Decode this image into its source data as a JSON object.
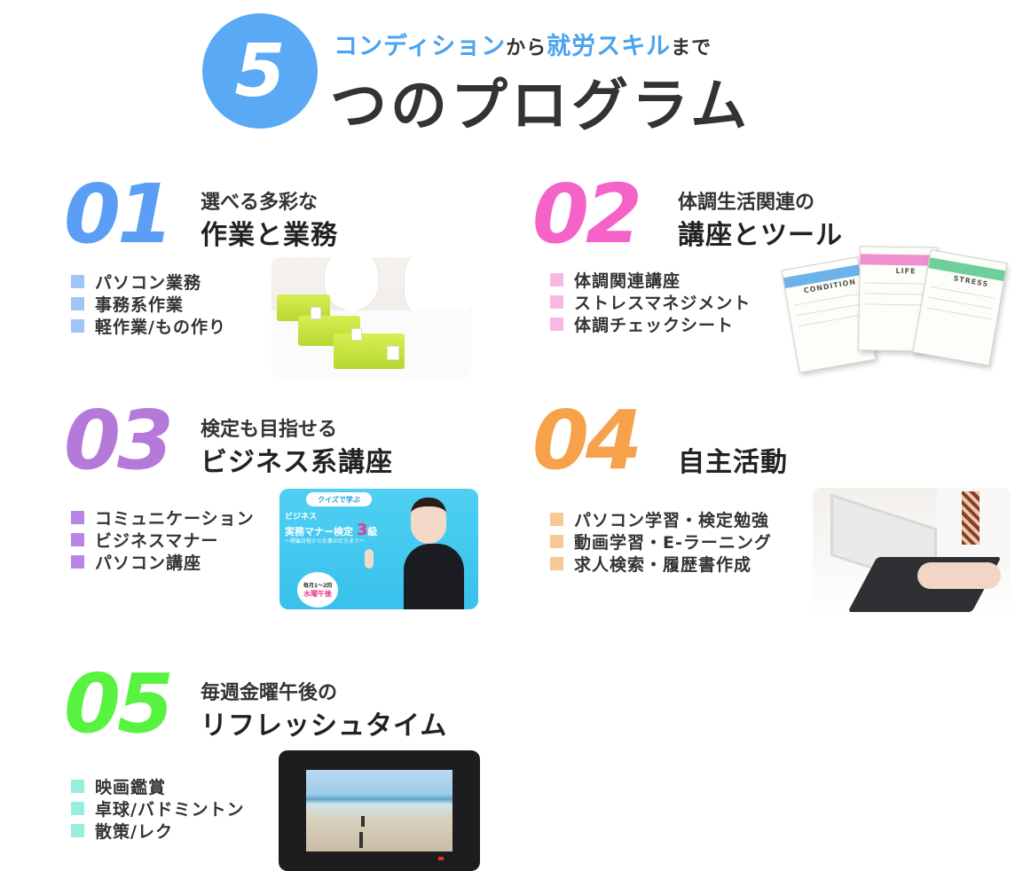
{
  "header": {
    "number": "5",
    "subtitle_blue_1": "コンディション",
    "subtitle_dark_1": "から",
    "subtitle_blue_2": "就労スキル",
    "subtitle_dark_2": "まで",
    "title": "つのプログラム"
  },
  "colors": {
    "hero_blue": "#5aa9f5",
    "num01": "#5a9ff5",
    "num02": "#f562c8",
    "num03": "#b57ad9",
    "num04": "#f7a14a",
    "num05": "#58f240",
    "bullet01": "#9ec6f6",
    "bullet02": "#f8b8e4",
    "bullet03": "#b884e6",
    "bullet04": "#f7c994",
    "bullet05": "#97eedd"
  },
  "sections": [
    {
      "number": "01",
      "subtitle": "選べる多彩な",
      "title": "作業と業務",
      "items": [
        "パソコン業務",
        "事務系作業",
        "軽作業/もの作り"
      ]
    },
    {
      "number": "02",
      "subtitle": "体調生活関連の",
      "title": "講座とツール",
      "items": [
        "体調関連講座",
        "ストレスマネジメント",
        "体調チェックシート"
      ]
    },
    {
      "number": "03",
      "subtitle": "検定も目指せる",
      "title": "ビジネス系講座",
      "items": [
        "コミュニケーション",
        "ビジネスマナー",
        "パソコン講座"
      ]
    },
    {
      "number": "04",
      "subtitle": "",
      "title": "自主活動",
      "items": [
        "パソコン学習・検定勉強",
        "動画学習・E-ラーニング",
        "求人検索・履歴書作成"
      ]
    },
    {
      "number": "05",
      "subtitle": "毎週金曜午後の",
      "title": "リフレッシュタイム",
      "items": [
        "映画鑑賞",
        "卓球/バドミントン",
        "散策/レク"
      ]
    }
  ],
  "sheets": [
    "CONDITION",
    "LIFE",
    "STRESS"
  ],
  "quiz_banner": {
    "tag": "クイズで学ぶ",
    "line1": "ビジネス",
    "line2": "実務マナー検定",
    "grade": "3",
    "grade_suffix": "級",
    "line3": "～開催日程から仕事の仕方まで～",
    "badge_top": "毎月1～2回",
    "badge_bottom": "水曜午後"
  }
}
